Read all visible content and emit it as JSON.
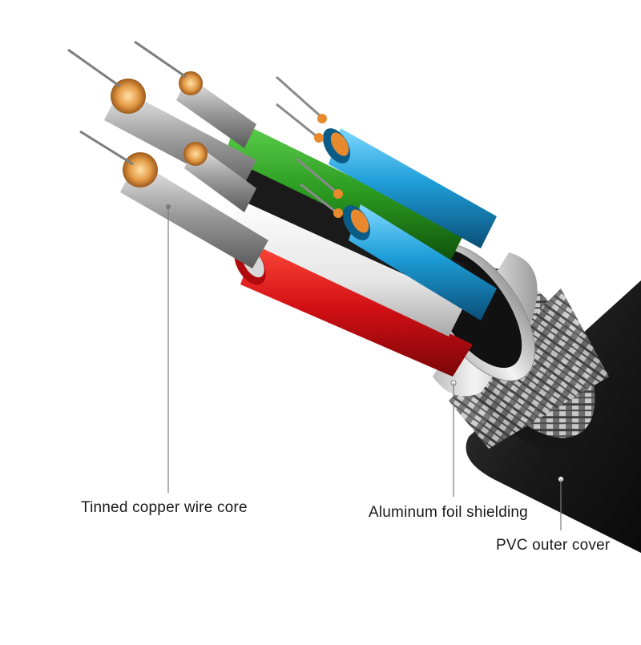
{
  "labels": {
    "core": "Tinned copper wire core",
    "foil": "Aluminum foil shielding",
    "pvc": "PVC outer cover"
  },
  "colors": {
    "background": "#ffffff",
    "pvc_jacket": "#1c1c1c",
    "braid": "#9a9a9a",
    "foil": "#d8d8d8",
    "wire_red": "#e0151a",
    "wire_white": "#f2f2f2",
    "wire_green": "#2fa324",
    "wire_black": "#111111",
    "wire_blue": "#1f9fd6",
    "copper": "#d98b3a",
    "leader_line": "#7a7a7a"
  }
}
